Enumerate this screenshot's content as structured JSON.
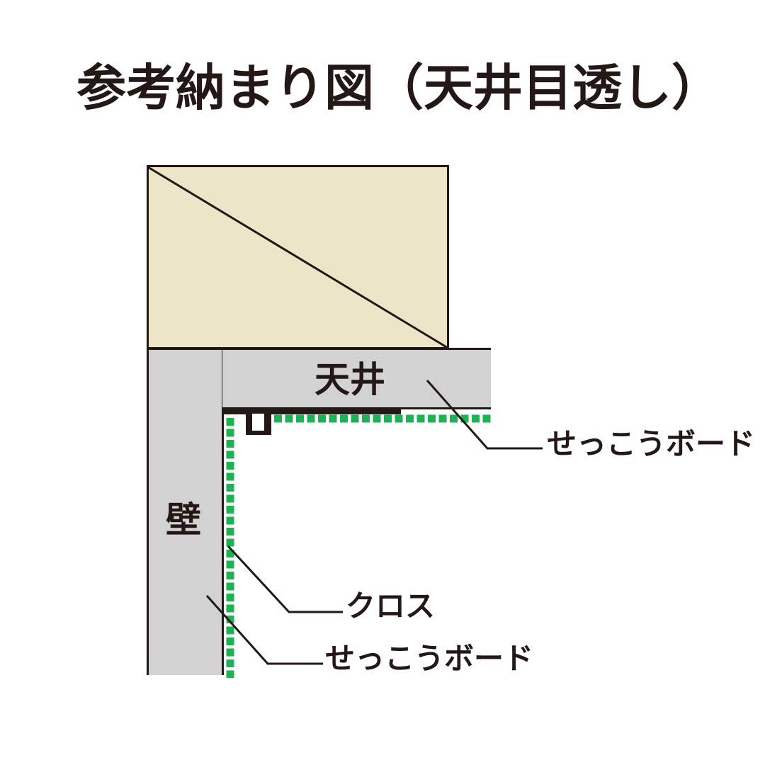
{
  "title": "参考納まり図（天井目透し）",
  "diagram": {
    "labels": {
      "ceiling": "天井",
      "wall": "壁",
      "gypsum_board_ceiling": "せっこうボード",
      "cloth": "クロス",
      "gypsum_board_wall": "せっこうボード"
    },
    "legend_meaning": {
      "structure_block": "structural-framing-with-diagonal",
      "dotted_line": "cloth-finish-line",
      "trim": "ceiling-reveal-joint-trim"
    },
    "colors": {
      "structure_fill": "#EDE5C7",
      "board_fill": "#D2D2D2",
      "cloth_green": "#1EB254",
      "line_dark": "#231815",
      "page_bg": "#FFFFFF"
    }
  }
}
